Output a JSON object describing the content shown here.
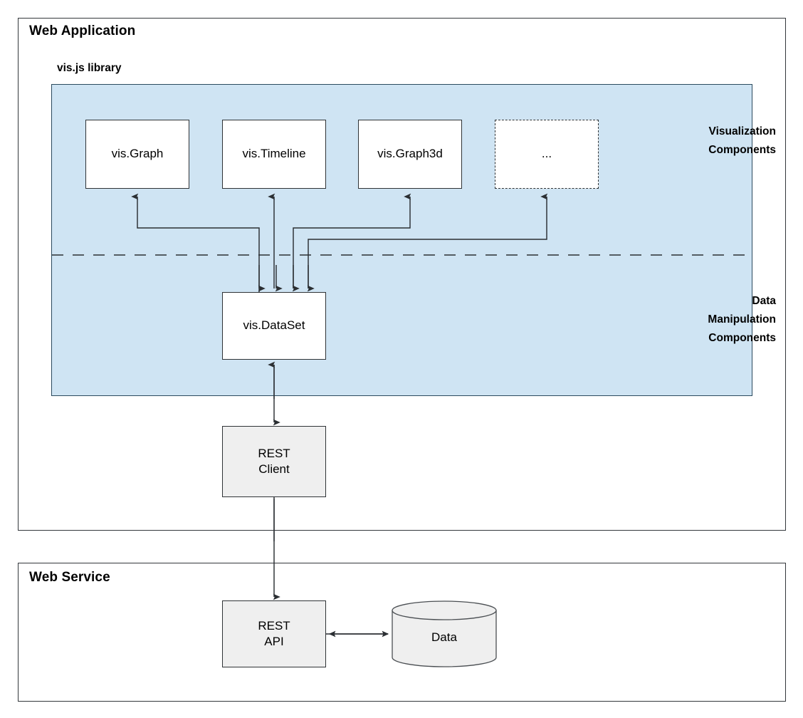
{
  "diagram": {
    "type": "architecture-block-diagram",
    "containers": [
      {
        "id": "web-application",
        "title": "Web Application"
      },
      {
        "id": "web-service",
        "title": "Web Service"
      }
    ],
    "library_panel": {
      "label": "vis.js library",
      "fill_color": "#cfe4f3",
      "section_labels": {
        "visualization": "Visualization\nComponents",
        "data_manipulation": "Data\nManipulation\nComponents"
      }
    },
    "nodes": {
      "vis_graph": "vis.Graph",
      "vis_timeline": "vis.Timeline",
      "vis_graph3d": "vis.Graph3d",
      "ellipsis": "...",
      "vis_dataset": "vis.DataSet",
      "rest_client": "REST\nClient",
      "rest_api": "REST\nAPI",
      "data_store": "Data"
    },
    "colors": {
      "panel_fill": "#cfe4f3",
      "node_fill": "#ffffff",
      "gray_node_fill": "#efefef",
      "stroke": "#2f3336"
    },
    "edges": [
      {
        "from": "vis.DataSet",
        "to": "vis.Graph",
        "style": "elbow-arrow"
      },
      {
        "from": "vis.DataSet",
        "to": "vis.Timeline",
        "style": "straight-arrow"
      },
      {
        "from": "vis.DataSet",
        "to": "vis.Graph3d",
        "style": "elbow-arrow"
      },
      {
        "from": "vis.DataSet",
        "to": "...",
        "style": "elbow-arrow"
      },
      {
        "from": "vis.DataSet",
        "to": "REST Client",
        "style": "bidirectional"
      },
      {
        "from": "REST Client",
        "to": "REST API",
        "style": "bidirectional"
      },
      {
        "from": "REST API",
        "to": "Data",
        "style": "bidirectional"
      }
    ]
  }
}
